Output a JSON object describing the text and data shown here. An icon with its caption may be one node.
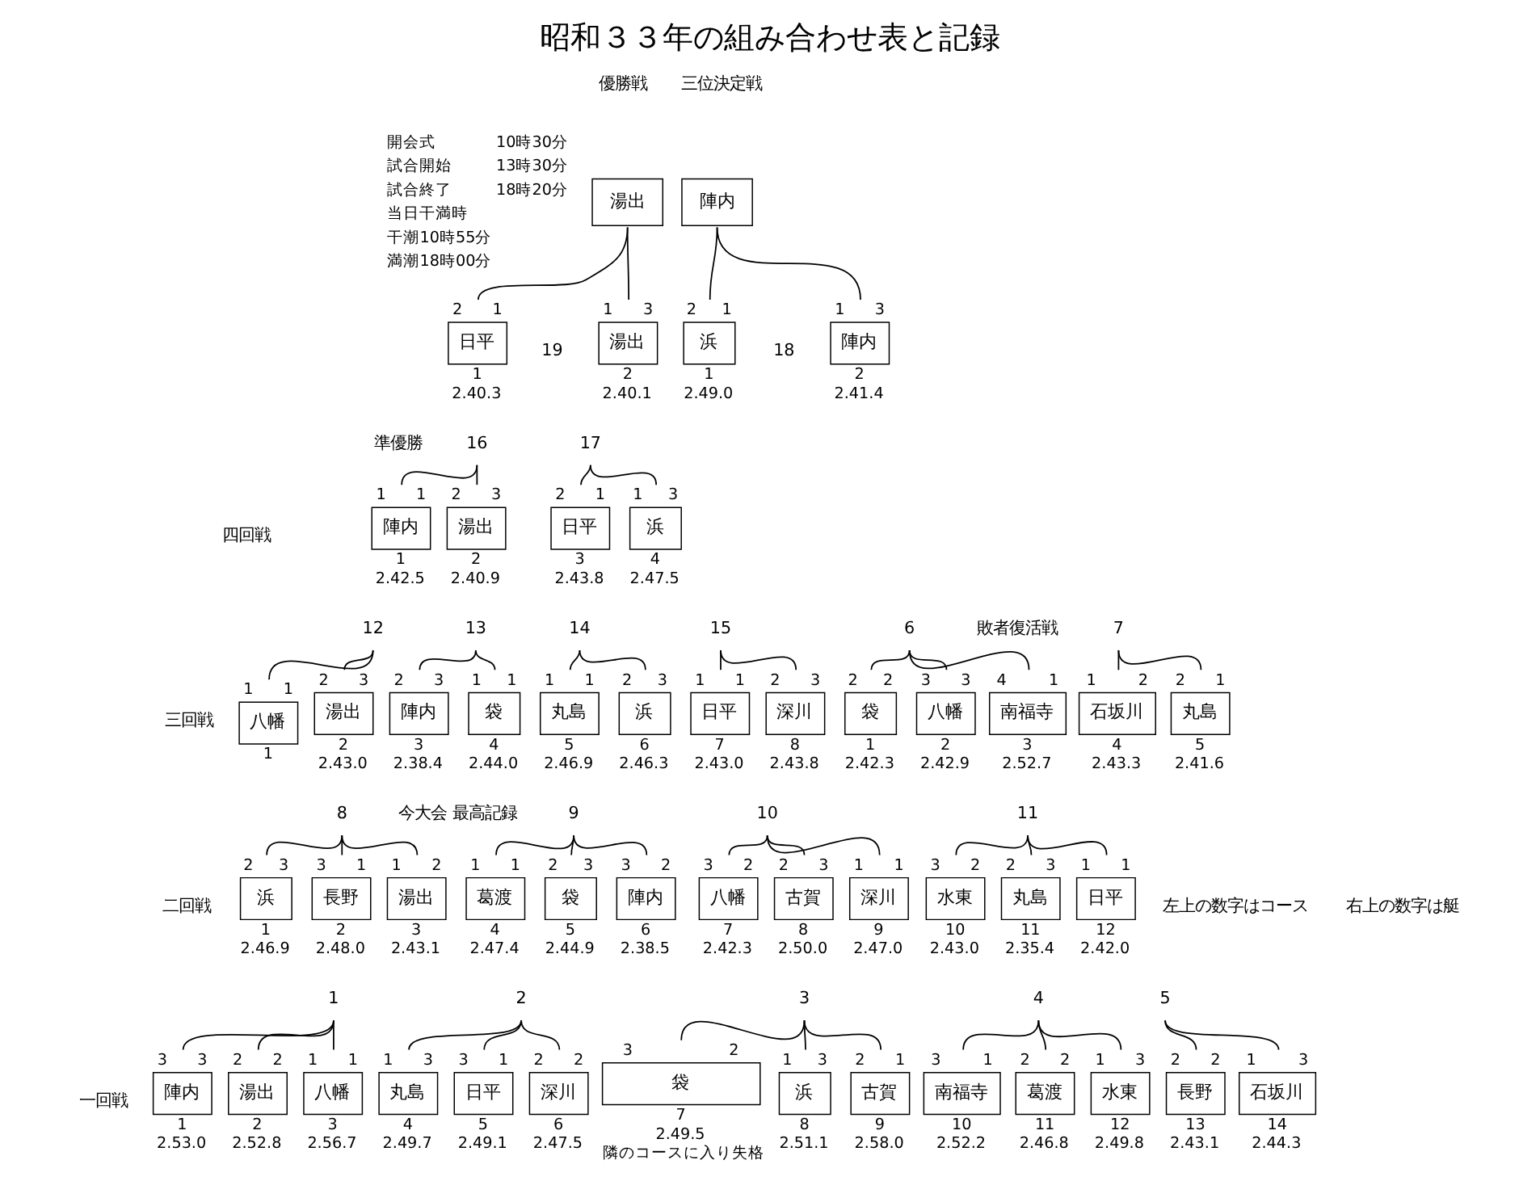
{
  "diagram": {
    "title": "昭和３３年の組み合わせ表と記録",
    "nodes": [
      {
        "text": [
          "湯出"
        ]
      },
      {
        "text": [
          "陣内"
        ]
      },
      {
        "text": [
          "日平"
        ],
        "beside": [
          "2",
          "1",
          "1",
          "2.40.3"
        ]
      },
      {
        "text": [
          "湯出"
        ],
        "beside": [
          "1",
          "3",
          "2",
          "2.40.1"
        ]
      },
      {
        "text": [
          "浜"
        ],
        "beside": [
          "2",
          "1",
          "1",
          "2.49.0"
        ]
      },
      {
        "text": [
          "陣内"
        ],
        "beside": [
          "1",
          "3",
          "2",
          "2.41.4"
        ]
      },
      {
        "text": [
          "16"
        ]
      },
      {
        "text": [
          "17"
        ]
      },
      {
        "text": [
          "陣内"
        ],
        "beside": [
          "1",
          "1",
          "1",
          "2.42.5"
        ]
      },
      {
        "text": [
          "湯出"
        ],
        "beside": [
          "2",
          "3",
          "2",
          "2.40.9"
        ]
      },
      {
        "text": [
          "日平"
        ],
        "beside": [
          "2",
          "1",
          "3",
          "2.43.8"
        ]
      },
      {
        "text": [
          "浜"
        ],
        "beside": [
          "1",
          "3",
          "4",
          "2.47.5"
        ]
      },
      {
        "text": [
          "12"
        ]
      },
      {
        "text": [
          "13"
        ]
      },
      {
        "text": [
          "14"
        ]
      },
      {
        "text": [
          "15"
        ]
      },
      {
        "text": [
          "6"
        ]
      },
      {
        "text": [
          "7"
        ]
      },
      {
        "text": [
          "八幡"
        ],
        "beside": [
          "1",
          "1",
          "1"
        ]
      },
      {
        "text": [
          "湯出"
        ],
        "beside": [
          "2",
          "3",
          "2",
          "2.43.0"
        ]
      },
      {
        "text": [
          "陣内"
        ],
        "beside": [
          "2",
          "3",
          "3",
          "2.38.4"
        ]
      },
      {
        "text": [
          "袋"
        ],
        "beside": [
          "1",
          "1",
          "4",
          "2.44.0"
        ]
      },
      {
        "text": [
          "丸島"
        ],
        "beside": [
          "1",
          "1",
          "5",
          "2.46.9"
        ]
      },
      {
        "text": [
          "浜"
        ],
        "beside": [
          "2",
          "3",
          "6",
          "2.46.3"
        ]
      },
      {
        "text": [
          "日平"
        ],
        "beside": [
          "1",
          "1",
          "7",
          "2.43.0"
        ]
      },
      {
        "text": [
          "深川"
        ],
        "beside": [
          "2",
          "3",
          "8",
          "2.43.8"
        ]
      },
      {
        "text": [
          "袋"
        ],
        "beside": [
          "2",
          "2",
          "1",
          "2.42.3"
        ]
      },
      {
        "text": [
          "八幡"
        ],
        "beside": [
          "3",
          "3",
          "2",
          "2.42.9"
        ]
      },
      {
        "text": [
          "南福寺"
        ],
        "beside": [
          "4",
          "1",
          "3",
          "2.52.7"
        ]
      },
      {
        "text": [
          "石坂川"
        ],
        "beside": [
          "1",
          "2",
          "4",
          "2.43.3"
        ]
      },
      {
        "text": [
          "丸島"
        ],
        "beside": [
          "2",
          "1",
          "5",
          "2.41.6"
        ]
      },
      {
        "text": [
          "8"
        ]
      },
      {
        "text": [
          "9"
        ]
      },
      {
        "text": [
          "10"
        ]
      },
      {
        "text": [
          "11"
        ]
      },
      {
        "text": [
          "浜"
        ],
        "beside": [
          "2",
          "3",
          "1",
          "2.46.9"
        ]
      },
      {
        "text": [
          "長野"
        ],
        "beside": [
          "3",
          "1",
          "2",
          "2.48.0"
        ]
      },
      {
        "text": [
          "湯出"
        ],
        "beside": [
          "1",
          "2",
          "3",
          "2.43.1"
        ]
      },
      {
        "text": [
          "葛渡"
        ],
        "beside": [
          "1",
          "1",
          "4",
          "2.47.4"
        ]
      },
      {
        "text": [
          "袋"
        ],
        "beside": [
          "2",
          "3",
          "5",
          "2.44.9"
        ]
      },
      {
        "text": [
          "陣内"
        ],
        "beside": [
          "3",
          "2",
          "6",
          "2.38.5"
        ]
      },
      {
        "text": [
          "八幡"
        ],
        "beside": [
          "3",
          "2",
          "7",
          "2.42.3"
        ]
      },
      {
        "text": [
          "古賀"
        ],
        "beside": [
          "2",
          "3",
          "8",
          "2.50.0"
        ]
      },
      {
        "text": [
          "深川"
        ],
        "beside": [
          "1",
          "1",
          "9",
          "2.47.0"
        ]
      },
      {
        "text": [
          "水東"
        ],
        "beside": [
          "3",
          "2",
          "10",
          "2.43.0"
        ]
      },
      {
        "text": [
          "丸島"
        ],
        "beside": [
          "2",
          "3",
          "11",
          "2.35.4"
        ]
      },
      {
        "text": [
          "日平"
        ],
        "beside": [
          "1",
          "1",
          "12",
          "2.42.0"
        ]
      },
      {
        "text": [
          "1"
        ]
      },
      {
        "text": [
          "2"
        ]
      },
      {
        "text": [
          "3"
        ]
      },
      {
        "text": [
          "4"
        ]
      },
      {
        "text": [
          "5"
        ]
      },
      {
        "text": [
          "陣内"
        ],
        "beside": [
          "3",
          "3",
          "1",
          "2.53.0"
        ]
      },
      {
        "text": [
          "湯出"
        ],
        "beside": [
          "2",
          "2",
          "2",
          "2.52.8"
        ]
      },
      {
        "text": [
          "八幡"
        ],
        "beside": [
          "1",
          "1",
          "3",
          "2.56.7"
        ]
      },
      {
        "text": [
          "丸島"
        ],
        "beside": [
          "1",
          "3",
          "4",
          "2.49.7"
        ]
      },
      {
        "text": [
          "日平"
        ],
        "beside": [
          "3",
          "1",
          "5",
          "2.49.1"
        ]
      },
      {
        "text": [
          "深川"
        ],
        "beside": [
          "2",
          "2",
          "6",
          "2.47.5"
        ]
      },
      {
        "text": [
          "袋"
        ],
        "beside": [
          "3",
          "2",
          "7",
          "2.49.5",
          "隣のコースに入り失格"
        ]
      },
      {
        "text": [
          "浜"
        ],
        "beside": [
          "1",
          "3",
          "8",
          "2.51.1"
        ]
      },
      {
        "text": [
          "古賀"
        ],
        "beside": [
          "2",
          "1",
          "9",
          "2.58.0"
        ]
      },
      {
        "text": [
          "南福寺"
        ],
        "beside": [
          "3",
          "1",
          "10",
          "2.52.2"
        ]
      },
      {
        "text": [
          "葛渡"
        ],
        "beside": [
          "2",
          "2",
          "11",
          "2.46.8"
        ]
      },
      {
        "text": [
          "水東"
        ],
        "beside": [
          "1",
          "3",
          "12",
          "2.49.8"
        ]
      },
      {
        "text": [
          "長野"
        ],
        "beside": [
          "2",
          "2",
          "13",
          "2.43.1"
        ]
      },
      {
        "text": [
          "石坂川"
        ],
        "beside": [
          "1",
          "3",
          "14",
          "2.44.3"
        ]
      }
    ],
    "edges": [
      {
        "from": 0,
        "to": 2,
        "arrow": "none"
      },
      {
        "from": 0,
        "to": 3,
        "arrow": "none"
      },
      {
        "from": 1,
        "to": 4,
        "arrow": "none"
      },
      {
        "from": 1,
        "to": 5,
        "arrow": "none"
      },
      {
        "from": 6,
        "to": 8,
        "arrow": "none"
      },
      {
        "from": 6,
        "to": 9,
        "arrow": "none"
      },
      {
        "from": 7,
        "to": 10,
        "arrow": "none"
      },
      {
        "from": 7,
        "to": 11,
        "arrow": "none"
      },
      {
        "from": 12,
        "to": 18,
        "arrow": "none"
      },
      {
        "from": 12,
        "to": 19,
        "arrow": "none"
      },
      {
        "from": 13,
        "to": 20,
        "arrow": "none"
      },
      {
        "from": 13,
        "to": 21,
        "arrow": "none"
      },
      {
        "from": 14,
        "to": 22,
        "arrow": "none"
      },
      {
        "from": 14,
        "to": 23,
        "arrow": "none"
      },
      {
        "from": 15,
        "to": 24,
        "arrow": "none"
      },
      {
        "from": 15,
        "to": 25,
        "arrow": "none"
      },
      {
        "from": 16,
        "to": 26,
        "arrow": "none"
      },
      {
        "from": 16,
        "to": 27,
        "arrow": "none"
      },
      {
        "from": 16,
        "to": 28,
        "arrow": "none"
      },
      {
        "from": 17,
        "to": 29,
        "arrow": "none"
      },
      {
        "from": 17,
        "to": 30,
        "arrow": "none"
      },
      {
        "from": 31,
        "to": 35,
        "arrow": "none"
      },
      {
        "from": 31,
        "to": 36,
        "arrow": "none"
      },
      {
        "from": 31,
        "to": 37,
        "arrow": "none"
      },
      {
        "from": 32,
        "to": 38,
        "arrow": "none"
      },
      {
        "from": 32,
        "to": 39,
        "arrow": "none"
      },
      {
        "from": 32,
        "to": 40,
        "arrow": "none"
      },
      {
        "from": 33,
        "to": 41,
        "arrow": "none"
      },
      {
        "from": 33,
        "to": 42,
        "arrow": "none"
      },
      {
        "from": 33,
        "to": 43,
        "arrow": "none"
      },
      {
        "from": 34,
        "to": 44,
        "arrow": "none"
      },
      {
        "from": 34,
        "to": 45,
        "arrow": "none"
      },
      {
        "from": 34,
        "to": 46,
        "arrow": "none"
      },
      {
        "from": 47,
        "to": 52,
        "arrow": "none"
      },
      {
        "from": 47,
        "to": 53,
        "arrow": "none"
      },
      {
        "from": 47,
        "to": 54,
        "arrow": "none"
      },
      {
        "from": 48,
        "to": 55,
        "arrow": "none"
      },
      {
        "from": 48,
        "to": 56,
        "arrow": "none"
      },
      {
        "from": 48,
        "to": 57,
        "arrow": "none"
      },
      {
        "from": 49,
        "to": 58,
        "arrow": "none"
      },
      {
        "from": 49,
        "to": 59,
        "arrow": "none"
      },
      {
        "from": 49,
        "to": 60,
        "arrow": "none"
      },
      {
        "from": 50,
        "to": 61,
        "arrow": "none"
      },
      {
        "from": 50,
        "to": 62,
        "arrow": "none"
      },
      {
        "from": 50,
        "to": 63,
        "arrow": "none"
      },
      {
        "from": 51,
        "to": 64,
        "arrow": "none"
      },
      {
        "from": 51,
        "to": 65,
        "arrow": "none"
      }
    ],
    "labels": [
      "開会式",
      "10時30分",
      "試合開始",
      "13時30分",
      "試合終了",
      "18時20分",
      "当日干満時",
      "干潮10時55分",
      "満潮18時00分",
      "優勝戦",
      "19",
      "三位決定戦",
      "18",
      "準優勝",
      "四回戦",
      "三回戦",
      "敗者復活戦",
      "今大会 最高記録",
      "二回戦",
      "左上の数字はコース",
      "右上の数字は艇",
      "一回戦"
    ]
  }
}
